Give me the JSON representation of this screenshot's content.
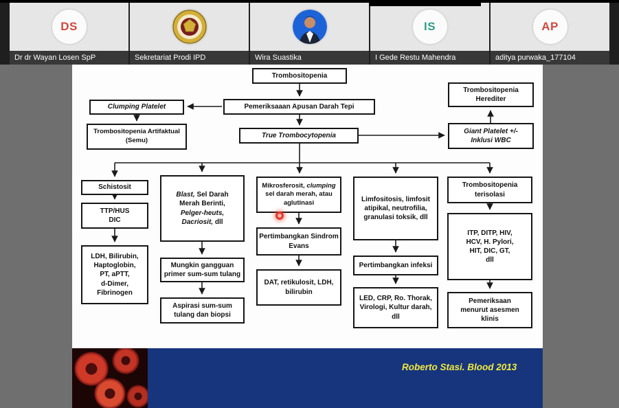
{
  "theme": {
    "navy": "#16357d",
    "yellow": "#f3ea3f",
    "accent_red": "#d0483e",
    "accent_teal": "#2f9d88"
  },
  "participants": [
    {
      "name": "Dr dr Wayan Losen SpP",
      "initials": "DS",
      "color": "#d0483e"
    },
    {
      "name": "Sekretariat Prodi IPD",
      "initials": "",
      "color": ""
    },
    {
      "name": "Wira Suastika",
      "initials": "",
      "color": ""
    },
    {
      "name": "I Gede Restu Mahendra",
      "initials": "IS",
      "color": "#2f9d88"
    },
    {
      "name": "aditya purwaka_177104",
      "initials": "AP",
      "color": "#d0483e"
    }
  ],
  "slide": {
    "citation": "Roberto Stasi. Blood 2013",
    "flowchart": {
      "boxes": {
        "root": {
          "l1": "Trombositopenia"
        },
        "apusan": {
          "l1": "Pemeriksaaan Apusan Darah Tepi"
        },
        "clumping": {
          "l1": "Clumping Platelet"
        },
        "artifaktual": {
          "l1": "Trombositopenia Artifaktual",
          "l2": "(Semu)"
        },
        "true_tromb": {
          "l1": "True Trombocytopenia"
        },
        "herediter": {
          "l1": "Trombositopenia",
          "l2": "Herediter"
        },
        "giant": {
          "l1": "Giant Platelet +/-",
          "l2": "Inklusi WBC"
        },
        "schistosit": {
          "l1": "Schistosit"
        },
        "ttp_hus": {
          "l1": "TTP/HUS",
          "l2": "DIC"
        },
        "ldh_panel": {
          "l1": "LDH, Bilirubin,",
          "l2": "Haptoglobin,",
          "l3": "PT, aPTT,",
          "l4": "d-Dimer,",
          "l5": "Fibrinogen"
        },
        "blast": {
          "l1a": "Blast, ",
          "l1b": "Sel Darah",
          "l2": "Merah Berinti,",
          "l3": "Pelger-heuts,",
          "l4a": "Dacriosit, ",
          "l4b": "dll"
        },
        "mungkin": {
          "l1": "Mungkin gangguan",
          "l2": "primer sum-sum tulang"
        },
        "aspirasi": {
          "l1": "Aspirasi sum-sum",
          "l2": "tulang dan biopsi"
        },
        "mikro": {
          "l1a": "Mikrosferosit, ",
          "l1b": "clumping",
          "l2": "sel darah merah, atau",
          "l3": "aglutinasi"
        },
        "evans": {
          "l1": "Pertimbangkan Sindrom",
          "l2": "Evans"
        },
        "dat": {
          "l1": "DAT, retikulosit, LDH,",
          "l2": "bilirubin"
        },
        "limfositosis": {
          "l1": "Limfositosis, limfosit",
          "l2": "atipikal, neutrofilia,",
          "l3": "granulasi toksik, dll"
        },
        "infeksi": {
          "l1": "Pertimbangkan infeksi"
        },
        "led": {
          "l1": "LED, CRP, Ro. Thorak,",
          "l2": "Virologi, Kultur darah,",
          "l3": "dll"
        },
        "terisolasi": {
          "l1": "Trombositopenia",
          "l2": "terisolasi"
        },
        "itp": {
          "l1": "ITP, DITP, HIV,",
          "l2": "HCV, H. Pylori,",
          "l3": "HIT, DIC, GT,",
          "l4": "dll"
        },
        "asesmen": {
          "l1": "Pemeriksaan",
          "l2": "menurut asesmen",
          "l3": "klinis"
        }
      }
    }
  }
}
